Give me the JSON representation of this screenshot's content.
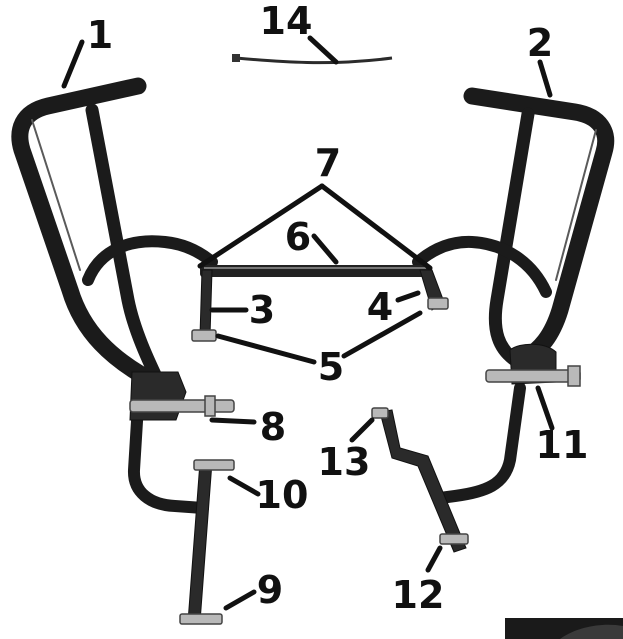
{
  "colors": {
    "tube": "#1b1b1b",
    "bolt": "#b9b9b9",
    "label": "#111111",
    "background": "#ffffff"
  },
  "callouts": {
    "c1": "1",
    "c2": "2",
    "c3": "3",
    "c4": "4",
    "c5": "5",
    "c6": "6",
    "c7": "7",
    "c8": "8",
    "c9": "9",
    "c10": "10",
    "c11": "11",
    "c12": "12",
    "c13": "13",
    "c14": "14"
  }
}
